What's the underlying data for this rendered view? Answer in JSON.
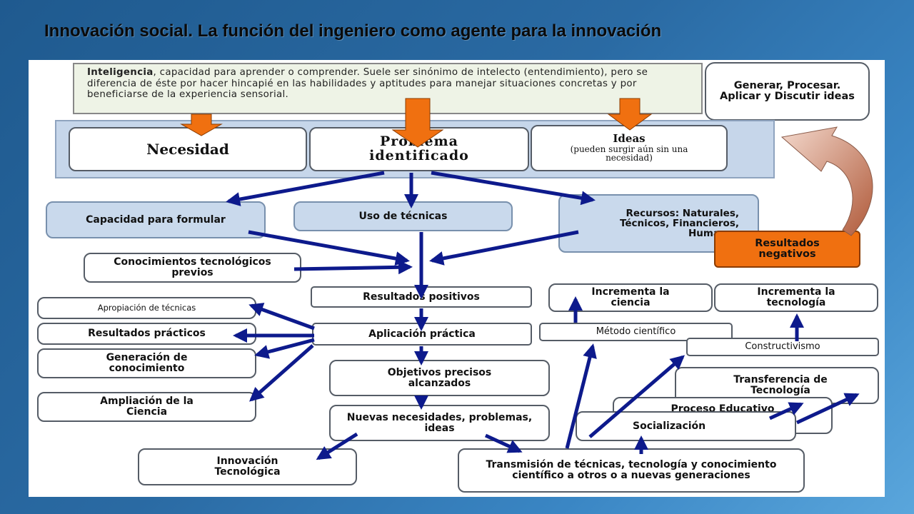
{
  "title": "Innovación social. La función del ingeniero como agente para la innovación",
  "intel": {
    "term": "Inteligencia",
    "text": ", capacidad para aprender o comprender. Suele ser sinónimo de intelecto (entendimiento), pero se diferencia de éste por hacer hincapié en las habilidades y aptitudes para manejar situaciones concretas y por beneficiarse de la experiencia sensorial."
  },
  "top": {
    "generar": "Generar, Procesar. Aplicar y Discutir ideas",
    "necesidad": "Necesidad",
    "problema": "Problema identificado",
    "ideas_title": "Ideas",
    "ideas_sub": "(pueden surgir aún sin una necesidad)"
  },
  "row2": {
    "capacidad": "Capacidad para formular",
    "uso": "Uso de técnicas",
    "recursos": "Recursos: Naturales, Técnicos, Financieros, Humanos",
    "resultados_neg": "Resultados negativos"
  },
  "mid": {
    "conocimientos": "Conocimientos tecnológicos previos",
    "resultados_pos": "Resultados positivos",
    "aplicacion": "Aplicación práctica",
    "objetivos": "Objetivos precisos alcanzados",
    "nuevas": "Nuevas necesidades, problemas, ideas",
    "transmision": "Transmisión de técnicas, tecnología y conocimiento científico a otros o a nuevas generaciones"
  },
  "left": {
    "apropiacion": "Apropiación de técnicas",
    "resultados_prac": "Resultados prácticos",
    "generacion": "Generación de conocimiento",
    "ampliacion": "Ampliación de la Ciencia",
    "innovacion": "Innovación Tecnológica"
  },
  "right": {
    "inc_ciencia": "Incrementa la ciencia",
    "inc_tecnologia": "Incrementa la tecnología",
    "metodo": "Método científico",
    "constructivismo": "Constructivismo",
    "transferencia": "Transferencia de Tecnología",
    "proceso": "Proceso Educativo",
    "socializacion": "Socialización"
  },
  "colors": {
    "arrow": "#0d1a8c",
    "orange": "#f07010",
    "box_blue": "#c9d9ec"
  }
}
